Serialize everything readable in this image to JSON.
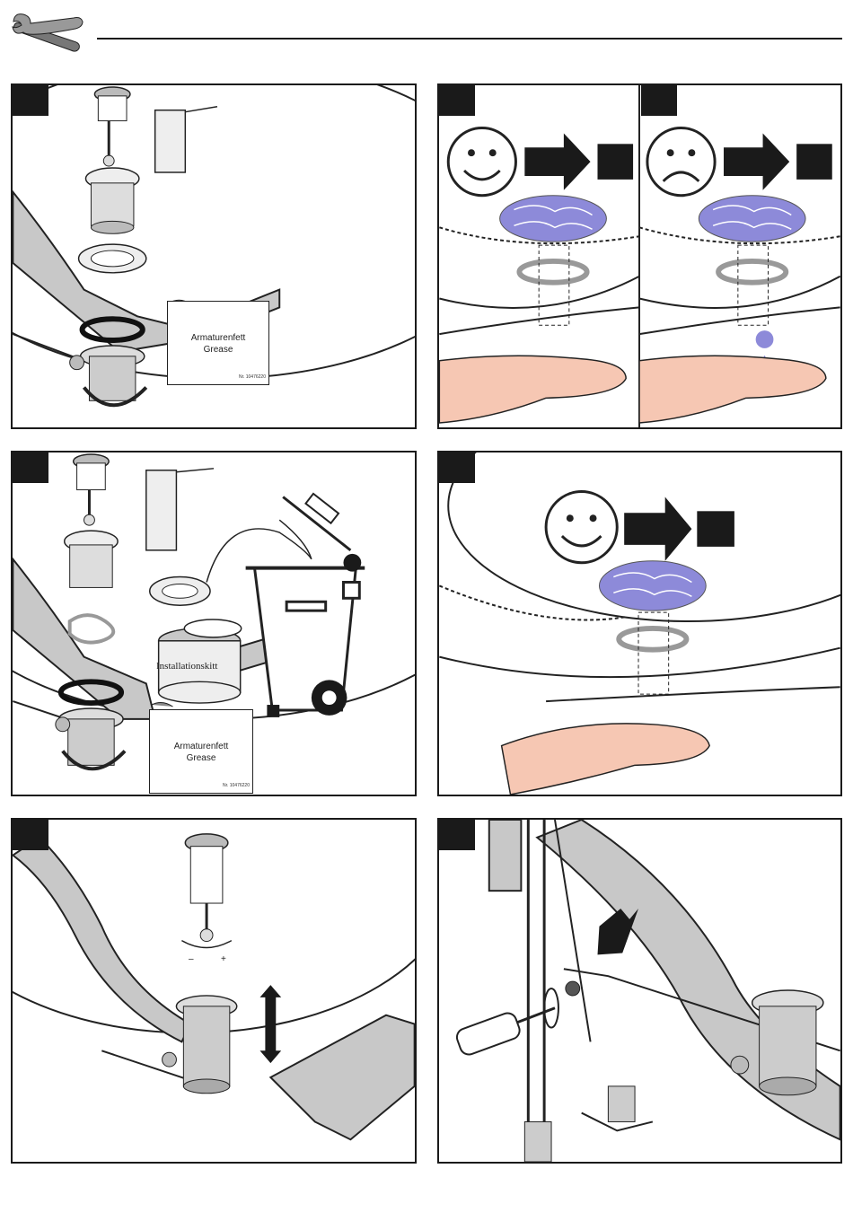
{
  "header": {
    "icon": "tools-icon"
  },
  "labels": {
    "grease_line1": "Armaturenfett",
    "grease_line2": "Grease",
    "part_number": "Nr. 10476220",
    "putty": "Installationskitt",
    "minus": "–",
    "plus": "+"
  },
  "colors": {
    "water": "#8d8ad9",
    "skin": "#f6c7b3",
    "sink_gray": "#c8c8c8",
    "ink": "#1a1a1a"
  }
}
